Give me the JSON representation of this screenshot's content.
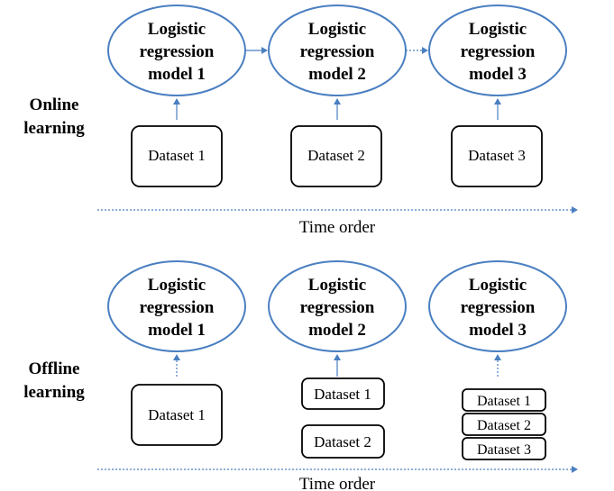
{
  "online": {
    "side_label": [
      "Online",
      "learning"
    ],
    "models": [
      [
        "Logistic",
        "regression",
        "model 1"
      ],
      [
        "Logistic",
        "regression",
        "model 2"
      ],
      [
        "Logistic",
        "regression",
        "model 3"
      ]
    ],
    "datasets": [
      "Dataset 1",
      "Dataset 2",
      "Dataset 3"
    ],
    "time_label": "Time order"
  },
  "offline": {
    "side_label": [
      "Offline",
      "learning"
    ],
    "models": [
      [
        "Logistic",
        "regression",
        "model 1"
      ],
      [
        "Logistic",
        "regression",
        "model 2"
      ],
      [
        "Logistic",
        "regression",
        "model 3"
      ]
    ],
    "datasets_col1": [
      "Dataset 1"
    ],
    "datasets_col2": [
      "Dataset 1",
      "Dataset 2"
    ],
    "datasets_col3": [
      "Dataset 1",
      "Dataset 2",
      "Dataset 3"
    ],
    "time_label": "Time order"
  },
  "colors": {
    "accent": "#4a7fc1",
    "border": "#000000"
  }
}
